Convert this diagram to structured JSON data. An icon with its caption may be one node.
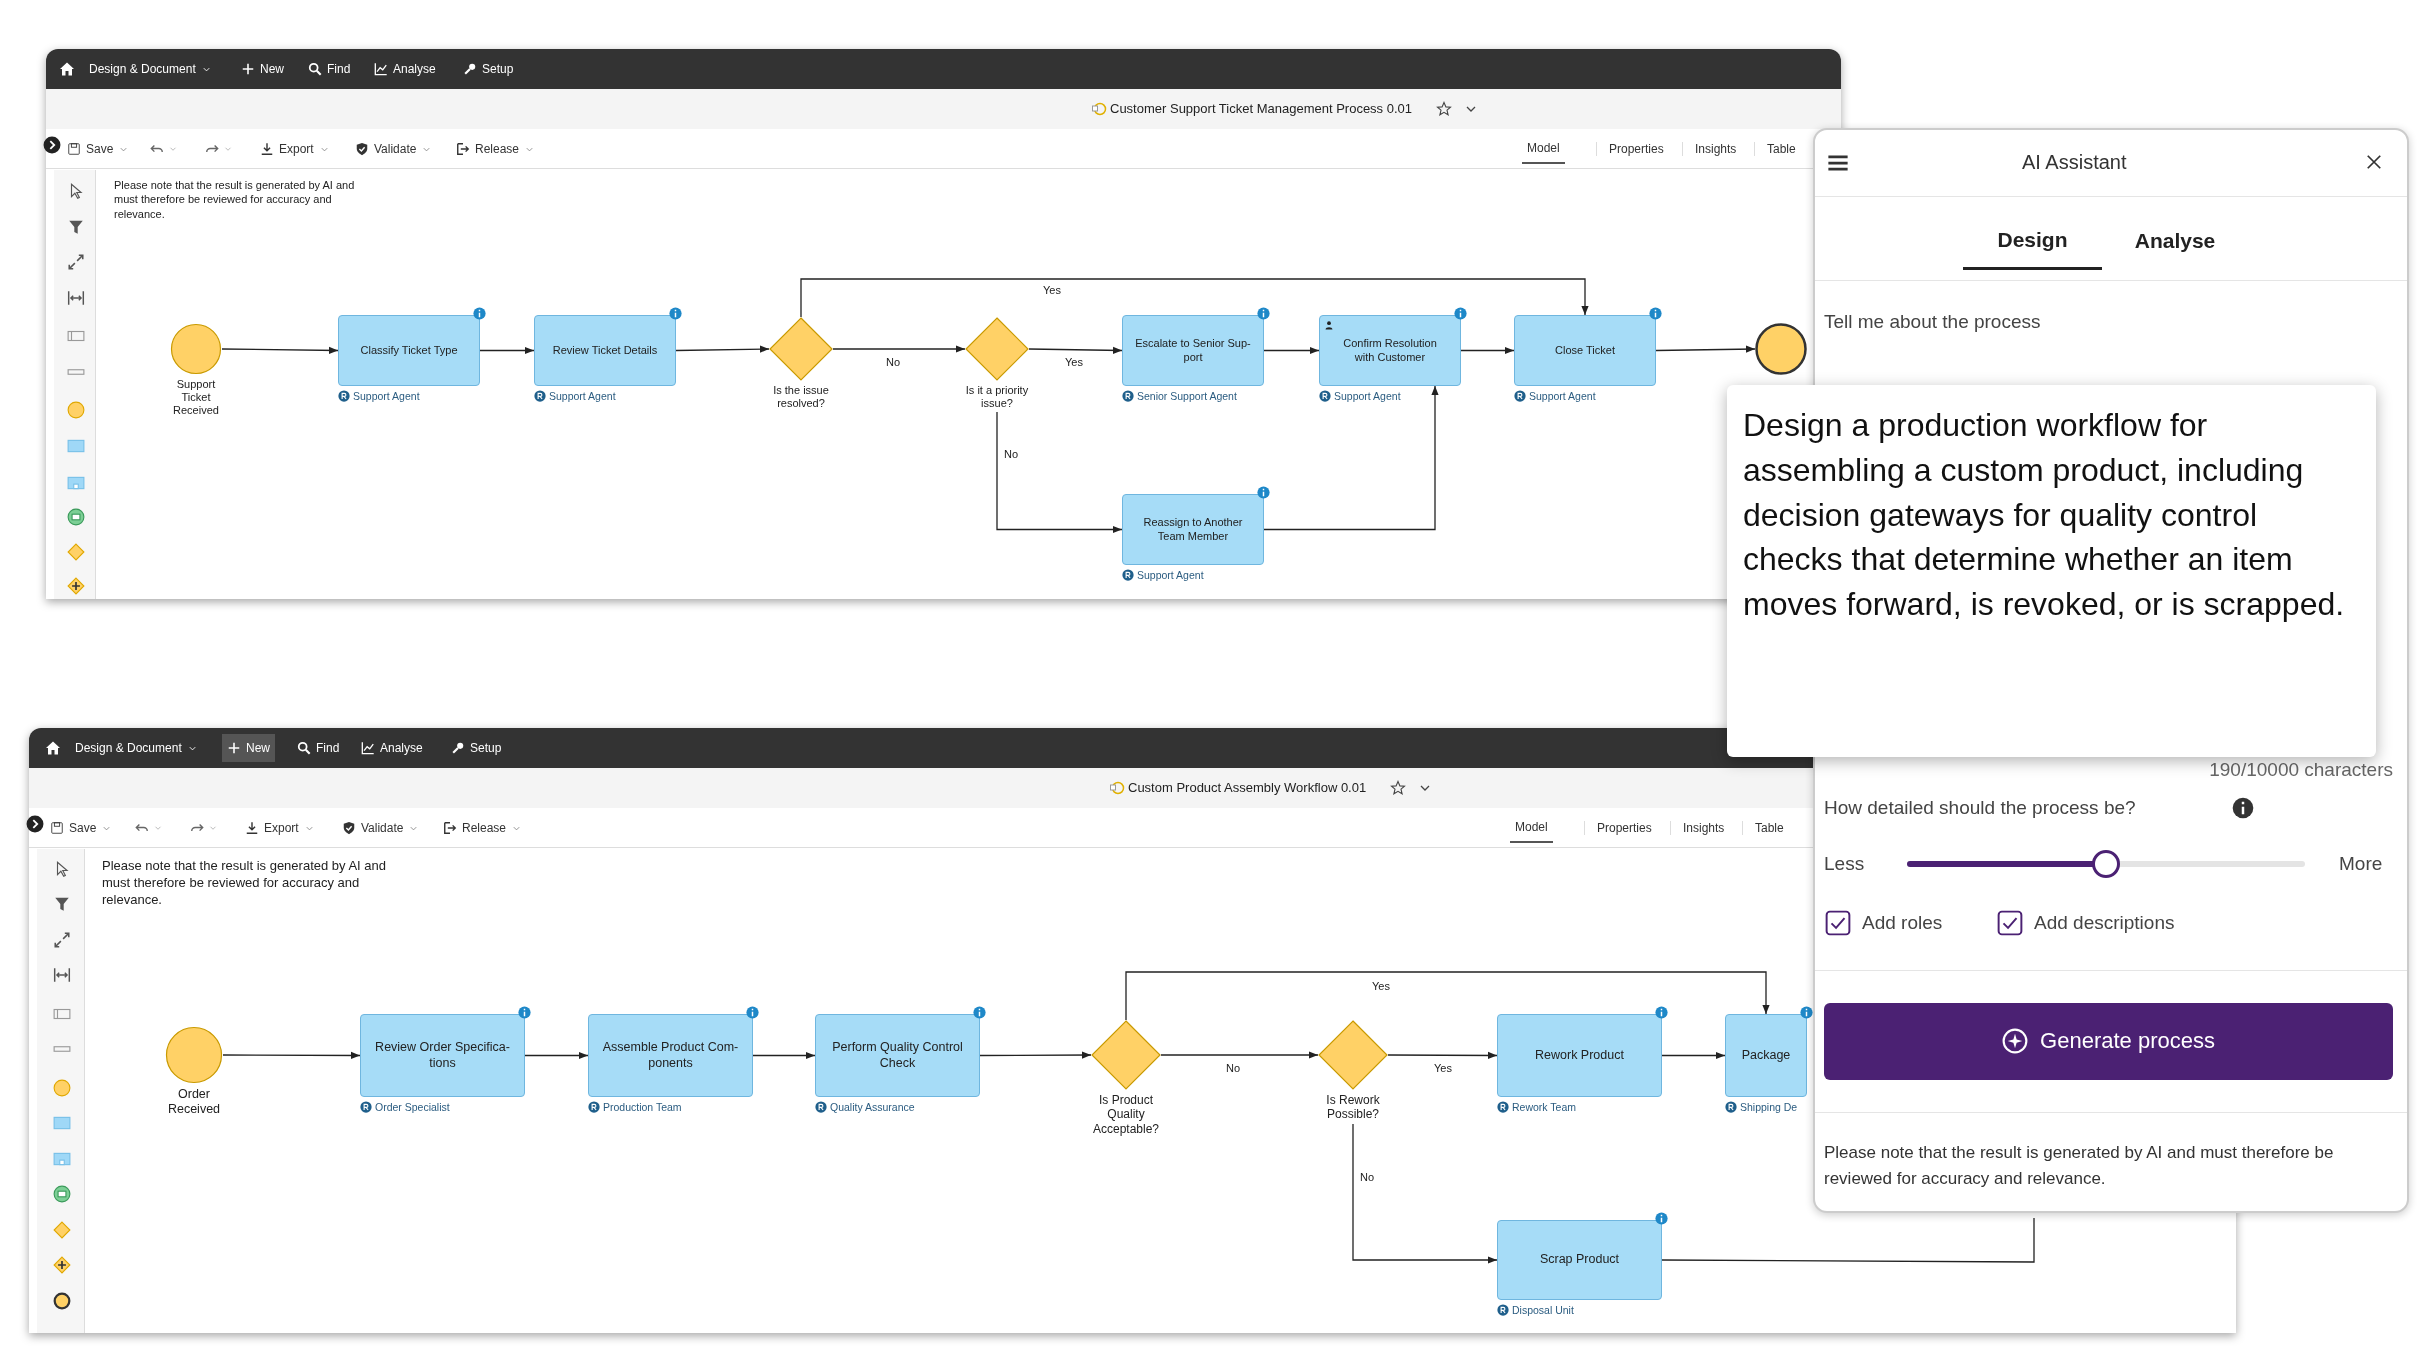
{
  "diagram": {
    "nodes": [
      {
        "text": [
          "Support Ticket Received"
        ]
      },
      {
        "text": [
          "Classify Ticket Type"
        ],
        "beside": [
          "Support Agent"
        ]
      },
      {
        "text": [
          "Review Ticket Details"
        ],
        "beside": [
          "Support Agent"
        ]
      },
      {
        "text": [
          "Is the issue resolved?"
        ]
      },
      {
        "text": [
          "Is it a priority issue?"
        ]
      },
      {
        "text": [
          "Escalate to Senior Sup- port"
        ],
        "beside": [
          "Senior Support Agent"
        ]
      },
      {
        "text": [
          "Confirm Resolution with Customer"
        ],
        "beside": [
          "Support Agent"
        ]
      },
      {
        "text": [
          "Close Ticket"
        ],
        "beside": [
          "Support Agent"
        ]
      },
      {
        "text": [],
        "shape": "circle"
      },
      {
        "text": [
          "Reassign to Another Team Member"
        ],
        "beside": [
          "Support Agent"
        ]
      },
      {
        "text": [
          "Order Received"
        ]
      },
      {
        "text": [
          "Review Order Specifica- tions"
        ],
        "beside": [
          "Order Specialist"
        ]
      },
      {
        "text": [
          "Assemble Product Com- ponents"
        ],
        "beside": [
          "Production Team"
        ]
      },
      {
        "text": [
          "Perform Quality Control Check"
        ],
        "beside": [
          "Quality Assurance"
        ]
      },
      {
        "text": [
          "Is Product Quality Acceptable?"
        ]
      },
      {
        "text": [
          "Is Rework Possible?"
        ]
      },
      {
        "text": [
          "Rework Product"
        ],
        "beside": [
          "Rework Team"
        ]
      },
      {
        "text": [
          "Package"
        ],
        "beside": [
          "Shipping De"
        ]
      },
      {
        "text": [
          "Scrap Product"
        ],
        "beside": [
          "Disposal Unit"
        ]
      }
    ],
    "edges": [
      {
        "from": 0,
        "to": 1,
        "arrow": "to"
      },
      {
        "from": 1,
        "to": 2,
        "arrow": "to"
      },
      {
        "from": 2,
        "to": 3,
        "arrow": "to"
      },
      {
        "from": 3,
        "to": 4,
        "arrow": "to",
        "label": "No"
      },
      {
        "from": 3,
        "to": 7,
        "arrow": "to",
        "label": "Yes"
      },
      {
        "from": 4,
        "to": 5,
        "arrow": "to",
        "label": "Yes"
      },
      {
        "from": 4,
        "to": 9,
        "arrow": "to",
        "label": "No"
      },
      {
        "from": 5,
        "to": 6,
        "arrow": "to"
      },
      {
        "from": 9,
        "to": 6,
        "arrow": "to"
      },
      {
        "from": 6,
        "to": 7,
        "arrow": "to"
      },
      {
        "from": 7,
        "to": 8,
        "arrow": "to"
      },
      {
        "from": 10,
        "to": 11,
        "arrow": "to"
      },
      {
        "from": 11,
        "to": 12,
        "arrow": "to"
      },
      {
        "from": 12,
        "to": 13,
        "arrow": "to"
      },
      {
        "from": 13,
        "to": 14,
        "arrow": "to"
      },
      {
        "from": 14,
        "to": 15,
        "arrow": "to",
        "label": "No"
      },
      {
        "from": 14,
        "to": 17,
        "arrow": "to",
        "label": "Yes"
      },
      {
        "from": 15,
        "to": 16,
        "arrow": "to",
        "label": "Yes"
      },
      {
        "from": 15,
        "to": 18,
        "arrow": "to",
        "label": "No"
      },
      {
        "from": 16,
        "to": 17,
        "arrow": "to"
      },
      {
        "from": 18,
        "to": null,
        "arrow": "none"
      }
    ],
    "labels": [
      "Design & Document",
      "New",
      "Find",
      "Analyse",
      "Setup",
      "Customer Support Ticket Management Process 0.01",
      "Save",
      "Export",
      "Validate",
      "Release",
      "Model",
      "Properties",
      "Insights",
      "Table",
      "Please note that the result is generated by AI and must therefore be reviewed for accuracy and relevance.",
      "Design & Document",
      "New",
      "Find",
      "Analyse",
      "Setup",
      "Custom Product Assembly Workflow 0.01",
      "Save",
      "Export",
      "Validate",
      "Release",
      "Model",
      "Properties",
      "Insights",
      "Table",
      "Please note that the result is generated by AI and must therefore be reviewed for accuracy and relevance.",
      "AI Assistant",
      "Design",
      "Analyse",
      "Tell me about the process",
      "Design a production workflow for assembling a custom product, including decision gateways for quality control checks that determine whether an item moves forward, is revoked, or is scrapped.",
      "190/10000 characters",
      "How detailed should the process be?",
      "Less",
      "More",
      "Add roles",
      "Add descriptions",
      "Generate process",
      "Please note that the result is generated by AI and must therefore be reviewed for accuracy and relevance."
    ]
  }
}
